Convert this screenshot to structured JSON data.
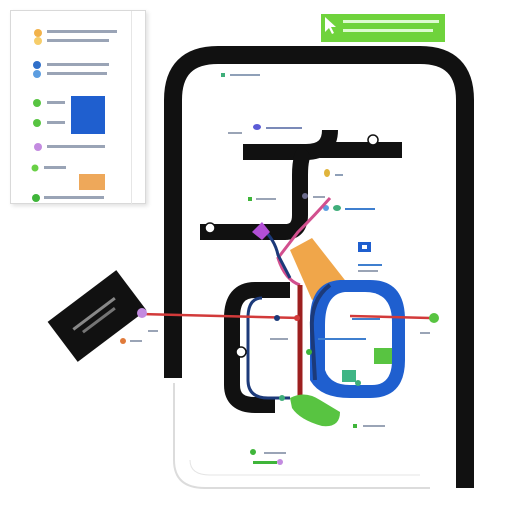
{
  "legend": {
    "rows": [
      {
        "name": "legend-row-orange-1",
        "color": "#f2b24a",
        "swatch": "dot"
      },
      {
        "name": "legend-row-yellow-2",
        "color": "#f6cd6a",
        "swatch": "dot"
      },
      {
        "name": "legend-row-blue-3",
        "color": "#2f6fc9",
        "swatch": "dot"
      },
      {
        "name": "legend-row-blue-4",
        "color": "#5c9de0",
        "swatch": "dot"
      },
      {
        "name": "legend-row-green-5",
        "color": "#58c441",
        "swatch": "dot"
      },
      {
        "name": "legend-row-green-6",
        "color": "#58c441",
        "swatch": "dot"
      },
      {
        "name": "legend-row-purple-7",
        "color": "#c38be0",
        "swatch": "dot"
      },
      {
        "name": "legend-row-green-8",
        "color": "#69d046",
        "swatch": "dot"
      },
      {
        "name": "legend-row-green-9",
        "color": "#3fb53a",
        "swatch": "dot"
      }
    ],
    "blue_block_color": "#1f5fcf",
    "orange_block_color": "#eea85a"
  },
  "colors": {
    "frame": "#111111",
    "route_red": "#d23a3a",
    "route_navy": "#1c3a7a",
    "route_dark_red": "#9c1f1f",
    "route_purple": "#b24fd6",
    "zone_orange": "#f0a64a",
    "zone_blue": "#1f5fcf",
    "zone_green": "#58c441",
    "badge_green": "#6fd33c"
  },
  "icons": {
    "pointer": "cursor-arrow-icon",
    "station_markers": "station-circle-icon"
  }
}
